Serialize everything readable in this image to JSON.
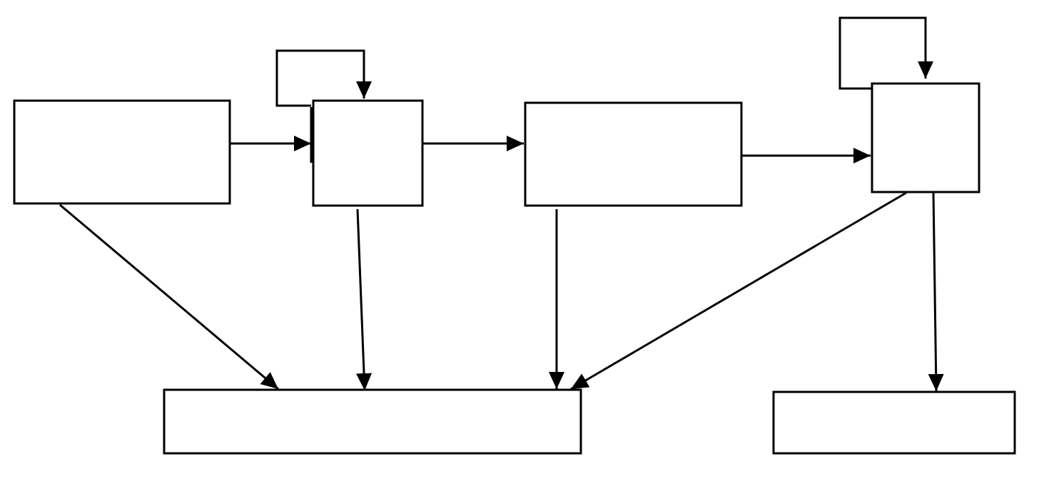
{
  "diagram": {
    "nodes": [
      {
        "id": "box-a",
        "label": ""
      },
      {
        "id": "box-b",
        "label": ""
      },
      {
        "id": "box-c",
        "label": ""
      },
      {
        "id": "box-d",
        "label": ""
      },
      {
        "id": "box-e",
        "label": ""
      },
      {
        "id": "box-f",
        "label": ""
      }
    ],
    "edges": [
      {
        "from": "box-a",
        "to": "box-b"
      },
      {
        "from": "box-b",
        "to": "box-b",
        "kind": "self-loop"
      },
      {
        "from": "box-b",
        "to": "box-c"
      },
      {
        "from": "box-c",
        "to": "box-d"
      },
      {
        "from": "box-d",
        "to": "box-d",
        "kind": "self-loop"
      },
      {
        "from": "box-a",
        "to": "box-e"
      },
      {
        "from": "box-b",
        "to": "box-e"
      },
      {
        "from": "box-c",
        "to": "box-e"
      },
      {
        "from": "box-d",
        "to": "box-e"
      },
      {
        "from": "box-d",
        "to": "box-f"
      }
    ],
    "stroke_color": "#000000",
    "background_color": "#ffffff"
  }
}
